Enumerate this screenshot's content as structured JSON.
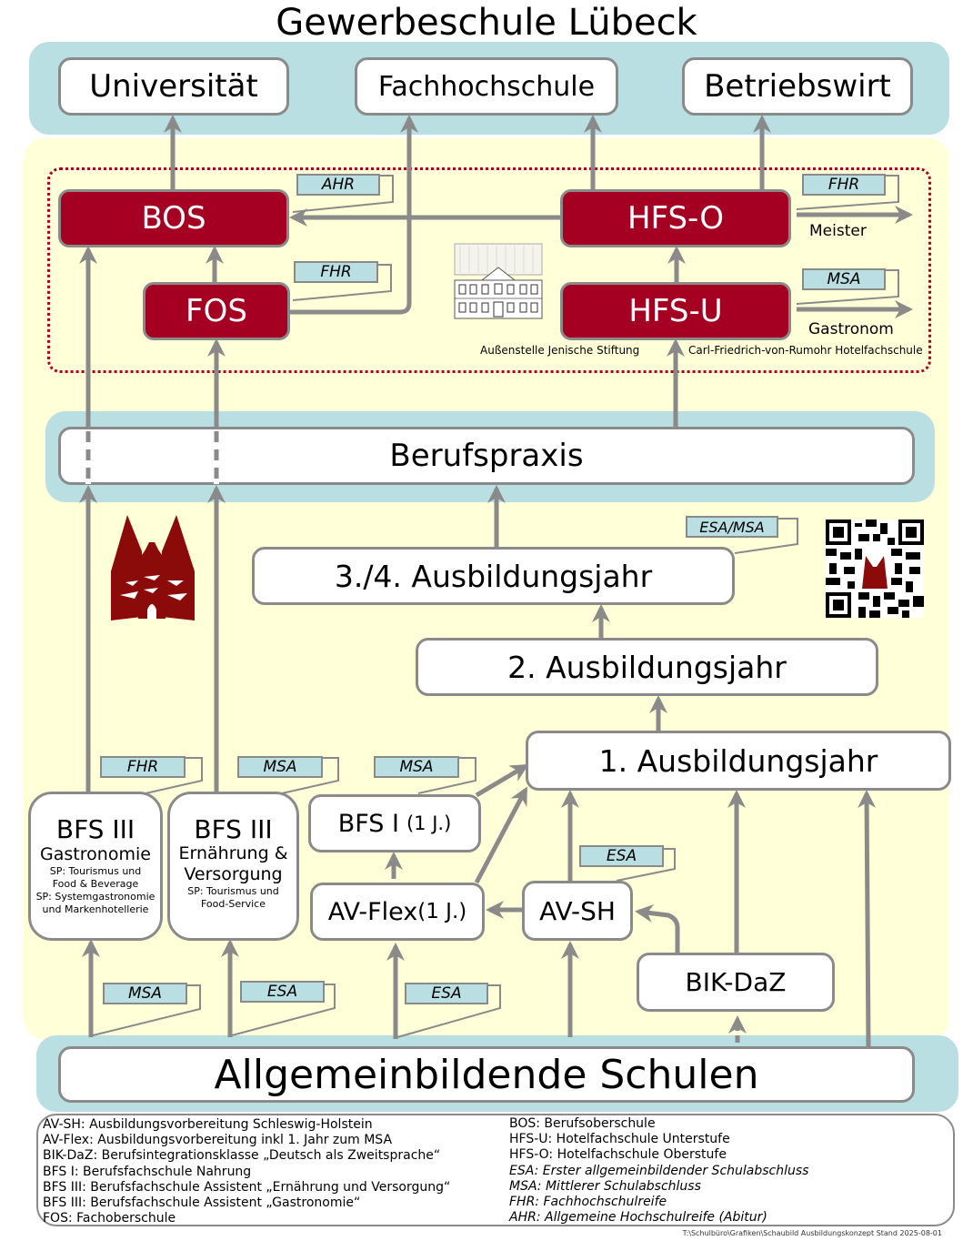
{
  "title": "Gewerbeschule Lübeck",
  "top": {
    "universitaet": "Universität",
    "fachhochschule": "Fachhochschule",
    "betriebswirt": "Betriebswirt"
  },
  "upper": {
    "bos": "BOS",
    "fos": "FOS",
    "hfs_o": "HFS-O",
    "hfs_u": "HFS-U",
    "tag_bos": "AHR",
    "tag_fos": "FHR",
    "tag_hfs_o": "FHR",
    "tag_hfs_u": "MSA",
    "meister": "Meister",
    "gastronom": "Gastronom",
    "caption_left": "Außenstelle Jenische Stiftung",
    "caption_right": "Carl-Friedrich-von-Rumohr Hotelfachschule"
  },
  "berufspraxis": "Berufspraxis",
  "years": {
    "y34": "3./4. Ausbildungsjahr",
    "y34_tag": "ESA/MSA",
    "y2": "2. Ausbildungsjahr",
    "y1": "1. Ausbildungsjahr"
  },
  "lower": {
    "bfs3_gastro": {
      "title": "BFS III",
      "subtitle": "Gastronomie",
      "sp1": "SP: Tourismus und",
      "sp2": "Food & Beverage",
      "sp3": "SP: Systemgastronomie",
      "sp4": "und Markenhotellerie",
      "tag_top": "FHR",
      "tag_bottom": "MSA"
    },
    "bfs3_ernaehrung": {
      "title": "BFS III",
      "subtitle1": "Ernährung &",
      "subtitle2": "Versorgung",
      "sp1": "SP: Tourismus und",
      "sp2": "Food-Service",
      "tag_top": "MSA",
      "tag_bottom": "ESA"
    },
    "bfs1": {
      "title": "BFS I",
      "suffix": "(1 J.)",
      "tag": "MSA"
    },
    "avflex": {
      "title": "AV-Flex",
      "suffix": "(1 J.)",
      "tag_bottom": "ESA"
    },
    "avsh": {
      "title": "AV-SH",
      "tag": "ESA"
    },
    "bikdaz": {
      "title": "BIK-DaZ"
    }
  },
  "base": "Allgemeinbildende Schulen",
  "legend": {
    "left": [
      "AV-SH: Ausbildungsvorbereitung Schleswig-Holstein",
      "AV-Flex: Ausbildungsvorbereitung inkl 1. Jahr zum MSA",
      "BIK-DaZ: Berufsintegrationsklasse „Deutsch als Zweitsprache“",
      "BFS I: Berufsfachschule Nahrung",
      "BFS III: Berufsfachschule Assistent „Ernährung und Versorgung“",
      "BFS III: Berufsfachschule Assistent „Gastronomie“",
      "FOS: Fachoberschule"
    ],
    "right": [
      "BOS: Berufsoberschule",
      "HFS-U: Hotelfachschule Unterstufe",
      "HFS-O: Hotelfachschule Oberstufe",
      "ESA: Erster allgemeinbildender Schulabschluss",
      "MSA: Mittlerer Schulabschluss",
      "FHR: Fachhochschulreife",
      "AHR: Allgemeine Hochschulreife (Abitur)"
    ]
  },
  "footer_path": "T:\\Schulbüro\\Grafiken\\Schaubild Ausbildungskonzept Stand 2025-08-01",
  "colors": {
    "band": "#b9dfe3",
    "yellow": "#ffffd8",
    "red": "#a50021",
    "arrow": "#8a8a8a",
    "dotted": "#b0001e"
  }
}
